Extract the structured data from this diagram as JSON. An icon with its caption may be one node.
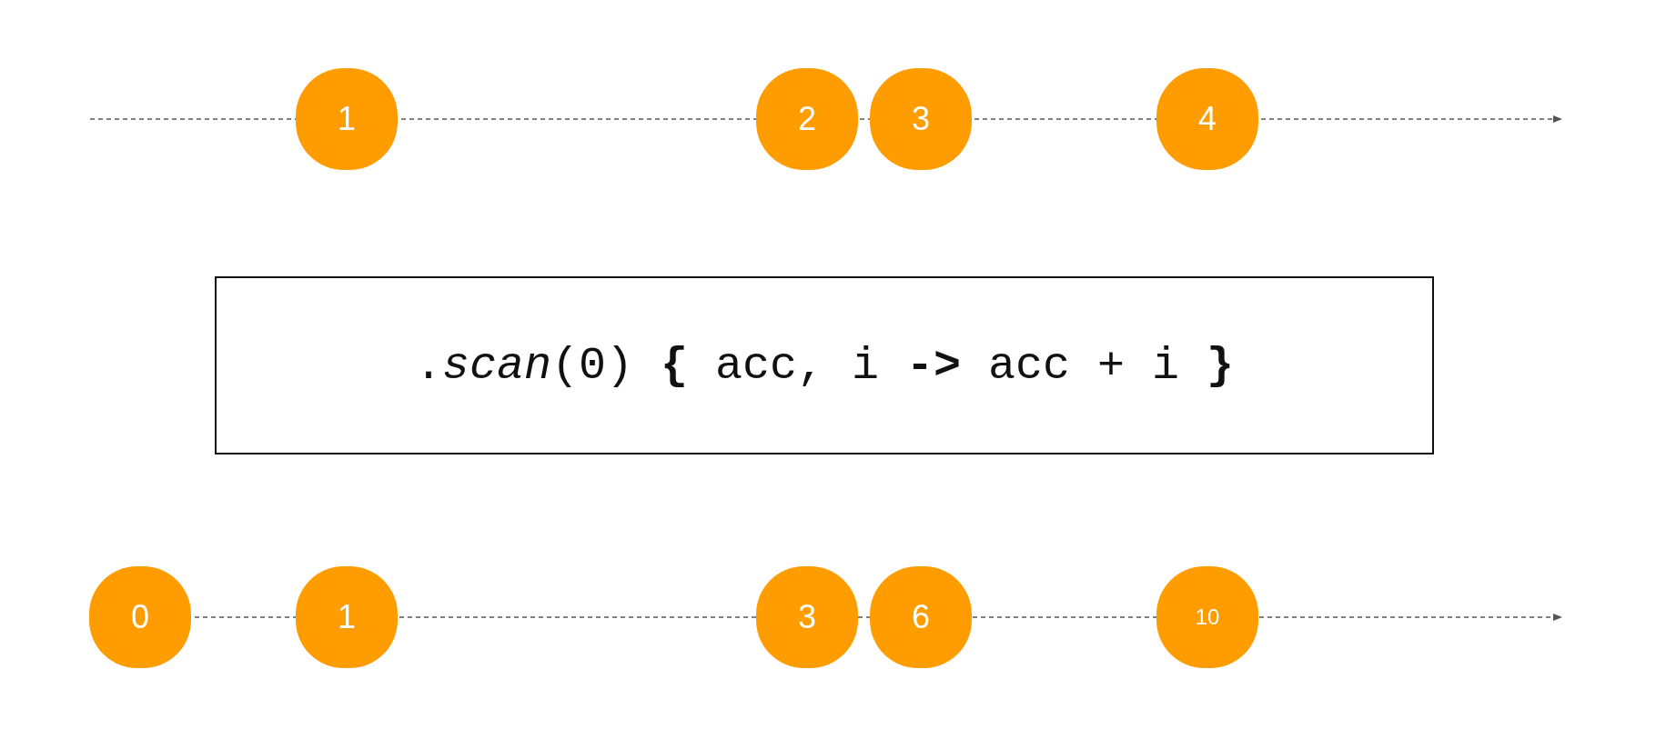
{
  "diagram": {
    "nodes": [
      {
        "text": [
          "1"
        ]
      },
      {
        "text": [
          "2"
        ]
      },
      {
        "text": [
          "3"
        ]
      },
      {
        "text": [
          "4"
        ]
      },
      {
        "text": [
          ".*scan*(0) **{** acc, i **->** acc + i **}**"
        ]
      },
      {
        "text": [
          "0"
        ]
      },
      {
        "text": [
          "1"
        ]
      },
      {
        "text": [
          "3"
        ]
      },
      {
        "text": [
          "6"
        ]
      },
      {
        "text": [
          "10"
        ]
      }
    ]
  }
}
